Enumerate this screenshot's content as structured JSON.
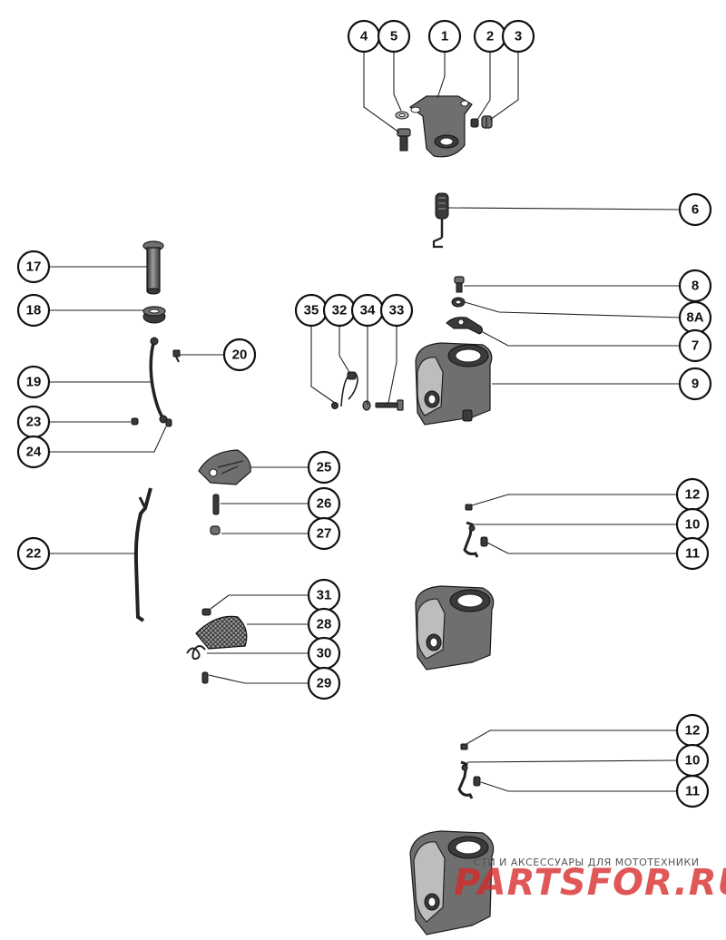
{
  "watermark": {
    "line1": "СТИ И АКСЕССУАРЫ ДЛЯ МОТОТЕХНИКИ",
    "line2": "PARTSFOR.RU",
    "color": "#d62828"
  },
  "callouts": [
    {
      "id": "c4",
      "label": "4"
    },
    {
      "id": "c5",
      "label": "5"
    },
    {
      "id": "c1",
      "label": "1"
    },
    {
      "id": "c2",
      "label": "2"
    },
    {
      "id": "c3",
      "label": "3"
    },
    {
      "id": "c6",
      "label": "6"
    },
    {
      "id": "c17",
      "label": "17"
    },
    {
      "id": "c18",
      "label": "18"
    },
    {
      "id": "c8",
      "label": "8"
    },
    {
      "id": "c8a",
      "label": "8A"
    },
    {
      "id": "c35",
      "label": "35"
    },
    {
      "id": "c32",
      "label": "32"
    },
    {
      "id": "c34",
      "label": "34"
    },
    {
      "id": "c33",
      "label": "33"
    },
    {
      "id": "c20",
      "label": "20"
    },
    {
      "id": "c7",
      "label": "7"
    },
    {
      "id": "c19",
      "label": "19"
    },
    {
      "id": "c9",
      "label": "9"
    },
    {
      "id": "c23",
      "label": "23"
    },
    {
      "id": "c24",
      "label": "24"
    },
    {
      "id": "c25",
      "label": "25"
    },
    {
      "id": "c12a",
      "label": "12"
    },
    {
      "id": "c26",
      "label": "26"
    },
    {
      "id": "c10a",
      "label": "10"
    },
    {
      "id": "c27",
      "label": "27"
    },
    {
      "id": "c22",
      "label": "22"
    },
    {
      "id": "c11a",
      "label": "11"
    },
    {
      "id": "c31",
      "label": "31"
    },
    {
      "id": "c28",
      "label": "28"
    },
    {
      "id": "c30",
      "label": "30"
    },
    {
      "id": "c29",
      "label": "29"
    },
    {
      "id": "c12b",
      "label": "12"
    },
    {
      "id": "c10b",
      "label": "10"
    },
    {
      "id": "c11b",
      "label": "11"
    }
  ]
}
